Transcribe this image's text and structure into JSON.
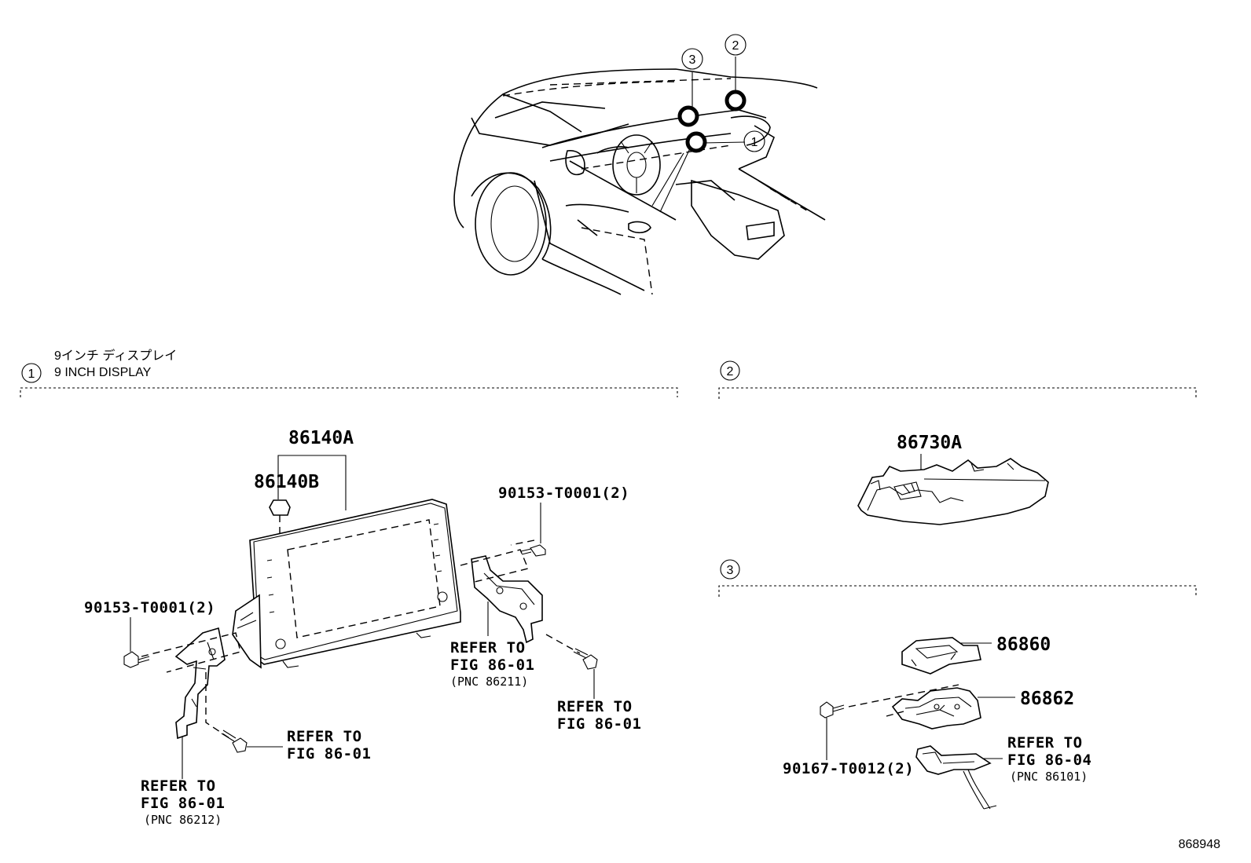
{
  "car_view": {
    "callouts": [
      "1",
      "2",
      "3"
    ]
  },
  "section1": {
    "badge": "1",
    "title_jp": "9インチ ディスプレイ",
    "title_en": "9 INCH DISPLAY",
    "labels": {
      "p86140A": "86140A",
      "p86140B": "86140B",
      "bolt_right": "90153-T0001(2)",
      "bolt_left": "90153-T0001(2)",
      "ref_mid_1": "REFER TO",
      "ref_mid_2": "FIG 86-01",
      "ref_mid_3": "(PNC 86211)",
      "ref_right_1": "REFER TO",
      "ref_right_2": "FIG 86-01",
      "ref_lowmid_1": "REFER TO",
      "ref_lowmid_2": "FIG 86-01",
      "ref_bottom_1": "REFER TO",
      "ref_bottom_2": "FIG 86-01",
      "ref_bottom_3": "(PNC 86212)"
    }
  },
  "section2": {
    "badge": "2",
    "labels": {
      "p86730A": "86730A"
    }
  },
  "section3": {
    "badge": "3",
    "labels": {
      "p86860": "86860",
      "p86862": "86862",
      "bolt": "90167-T0012(2)",
      "ref_1": "REFER TO",
      "ref_2": "FIG 86-04",
      "ref_3": "(PNC 86101)"
    }
  },
  "footer": {
    "diagram_id": "868948"
  }
}
